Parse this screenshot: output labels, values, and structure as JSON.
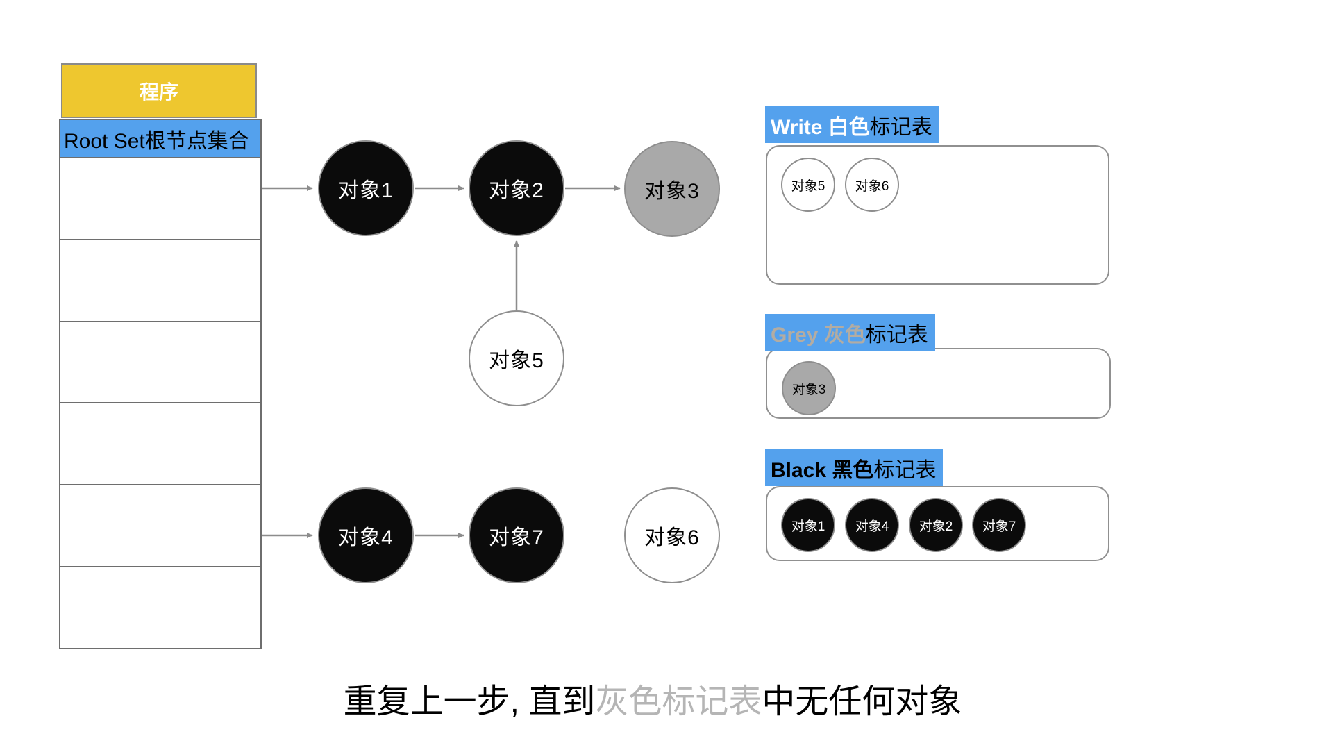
{
  "program": {
    "title": "程序",
    "root_set_label": "Root Set根节点集合",
    "empty_row_count": 6
  },
  "nodes": [
    {
      "id": "obj1",
      "label": "对象1",
      "fill": "black"
    },
    {
      "id": "obj2",
      "label": "对象2",
      "fill": "black"
    },
    {
      "id": "obj3",
      "label": "对象3",
      "fill": "grey"
    },
    {
      "id": "obj5",
      "label": "对象5",
      "fill": "white"
    },
    {
      "id": "obj4",
      "label": "对象4",
      "fill": "black"
    },
    {
      "id": "obj7",
      "label": "对象7",
      "fill": "black"
    },
    {
      "id": "obj6",
      "label": "对象6",
      "fill": "white"
    }
  ],
  "edges": [
    {
      "from": "root-set",
      "to": "obj1"
    },
    {
      "from": "obj1",
      "to": "obj2"
    },
    {
      "from": "obj2",
      "to": "obj3"
    },
    {
      "from": "obj5",
      "to": "obj2"
    },
    {
      "from": "root-set",
      "to": "obj4"
    },
    {
      "from": "obj4",
      "to": "obj7"
    }
  ],
  "panels": [
    {
      "id": "white-table",
      "title_highlight": "Write 白色",
      "title_suffix": "标记表",
      "items": [
        "对象5",
        "对象6"
      ]
    },
    {
      "id": "grey-table",
      "title_highlight": "Grey 灰色",
      "title_suffix": "标记表",
      "items": [
        "对象3"
      ]
    },
    {
      "id": "black-table",
      "title_highlight": "Black 黑色",
      "title_suffix": "标记表",
      "items": [
        "对象1",
        "对象4",
        "对象2",
        "对象7"
      ]
    }
  ],
  "caption": {
    "part1": "重复上一步, 直到",
    "highlight": "灰色标记表",
    "part2": "中无任何对象"
  },
  "colors": {
    "accent_blue": "#54A1ED",
    "accent_yellow": "#EEC72F",
    "node_black": "#0B0B0B",
    "node_grey": "#A9A9A9",
    "node_white": "#FFFFFF",
    "node_border_grey": "#8E8E8E",
    "arrow_grey": "#8C8C8C",
    "caption_grey": "#B5B5B5",
    "grey_title_text": "#B3ACA2",
    "program_title_text": "#FFFFFF"
  }
}
